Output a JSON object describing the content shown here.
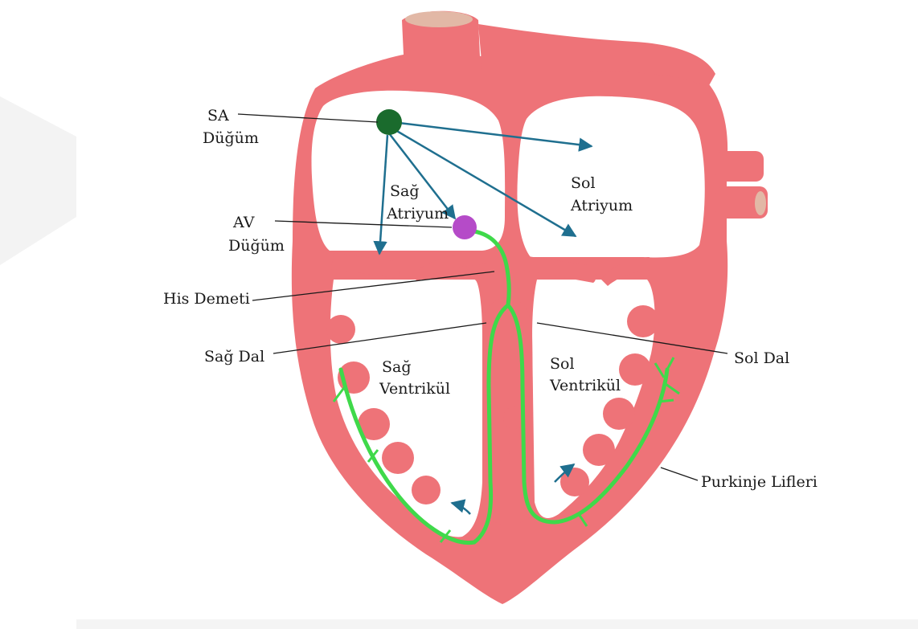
{
  "colors": {
    "heart": "#ee7378",
    "chamber": "#ffffff",
    "sa_node": "#1a6b2d",
    "av_node": "#b54bc8",
    "conduction": "#3fd94a",
    "signal_arrow": "#1f6f8f",
    "leader": "#1a1a1a",
    "vessel_cut": "#e2b8a6"
  },
  "labels": {
    "sa_node": [
      "SA",
      "Düğüm"
    ],
    "av_node": [
      "AV",
      "Düğüm"
    ],
    "his_bundle": "His Demeti",
    "right_branch": "Sağ Dal",
    "left_branch": "Sol Dal",
    "purkinje": "Purkinje Lifleri",
    "right_atrium": [
      "Sağ",
      "Atriyum"
    ],
    "left_atrium": [
      "Sol",
      "Atriyum"
    ],
    "right_ventricle": [
      "Sağ",
      "Ventrikül"
    ],
    "left_ventricle": [
      "Sol",
      "Ventrikül"
    ]
  }
}
